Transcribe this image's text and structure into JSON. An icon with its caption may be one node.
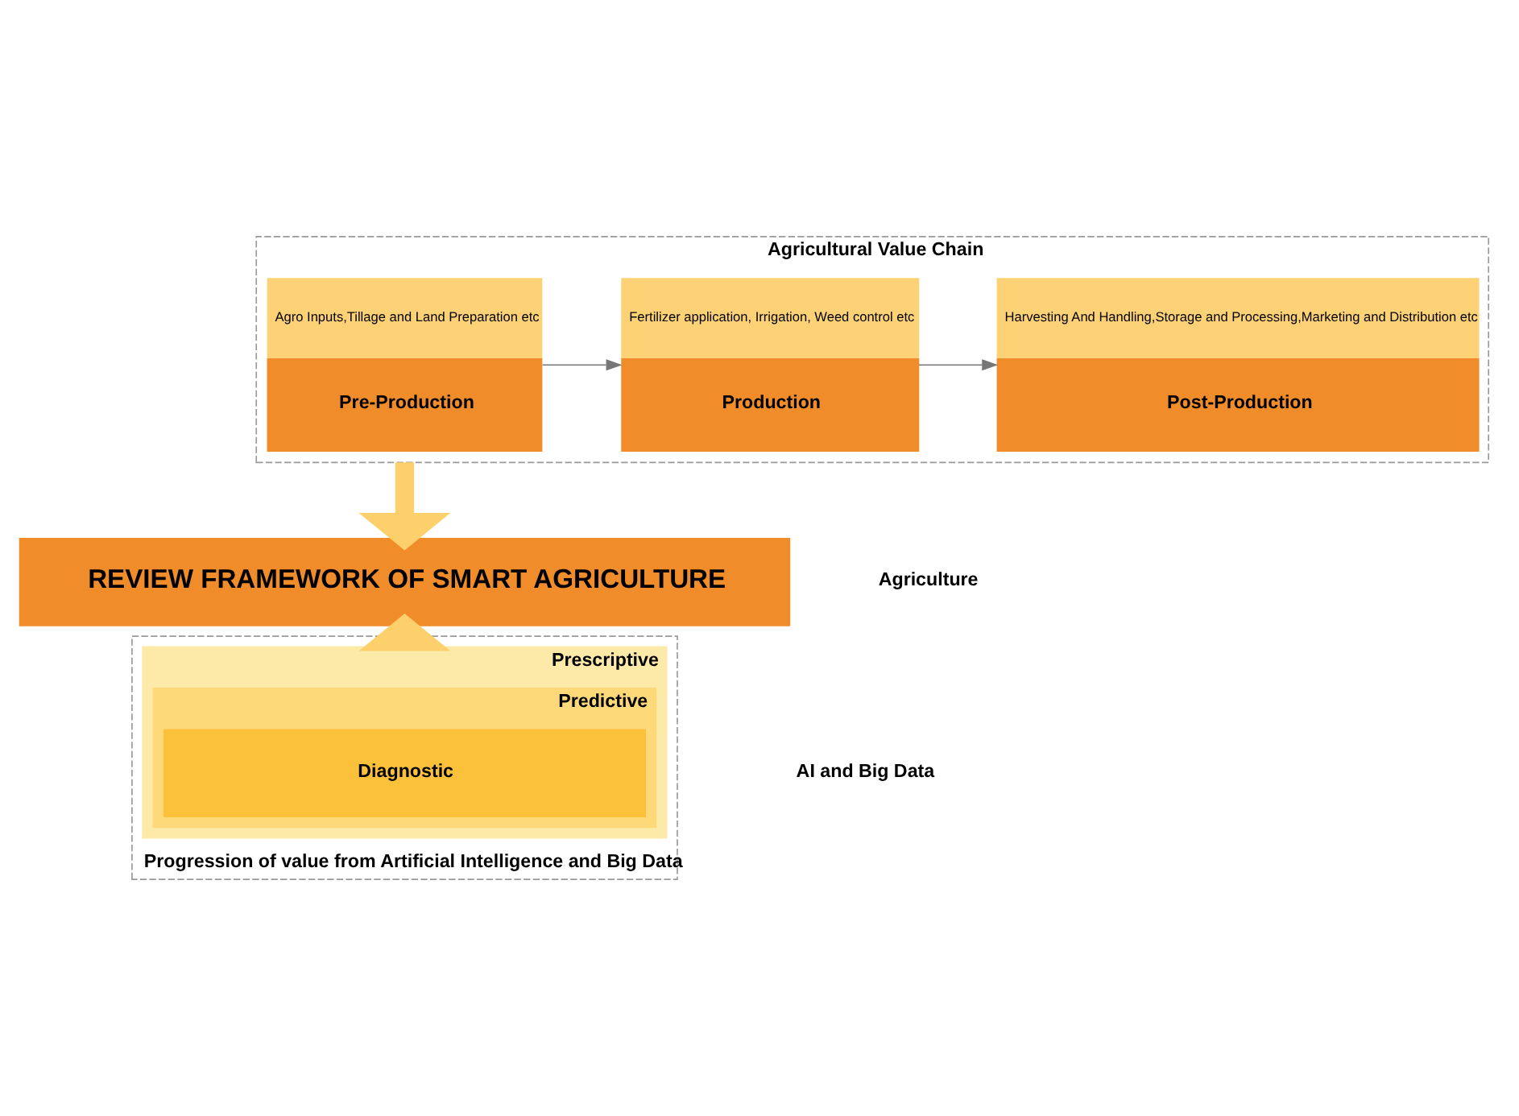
{
  "diagram": {
    "nodes": [
      {
        "text": [
          "Agricultural Value Chain"
        ]
      },
      {
        "text": [
          "Agro Inputs,Tillage and Land Preparation etc",
          "Pre-Production"
        ],
        "in": 0
      },
      {
        "text": [
          "Fertilizer application, Irrigation, Weed control etc",
          "Production"
        ],
        "in": 0
      },
      {
        "text": [
          "Harvesting And Handling,Storage and Processing,Marketing and Distribution etc",
          "Post-Production"
        ],
        "in": 0
      },
      {
        "text": [
          "REVIEW FRAMEWORK OF SMART AGRICULTURE"
        ]
      },
      {
        "text": [
          "Progression of value from Artificial Intelligence and Big Data"
        ]
      },
      {
        "text": [
          "Prescriptive"
        ],
        "in": 5
      },
      {
        "text": [
          "Predictive"
        ],
        "in": 6
      },
      {
        "text": [
          "Diagnostic"
        ],
        "in": 7
      }
    ],
    "edges": [
      {
        "from": 1,
        "to": 2,
        "arrow": "to"
      },
      {
        "from": 2,
        "to": 3,
        "arrow": "to"
      },
      {
        "from": 0,
        "to": 4,
        "arrow": "to",
        "style": "thick",
        "color": "#fdd06b"
      },
      {
        "from": 5,
        "to": 4,
        "arrow": "to",
        "style": "thick",
        "color": "#fdd06b"
      }
    ],
    "labels": [
      "Agriculture",
      "AI and Big Data"
    ]
  }
}
